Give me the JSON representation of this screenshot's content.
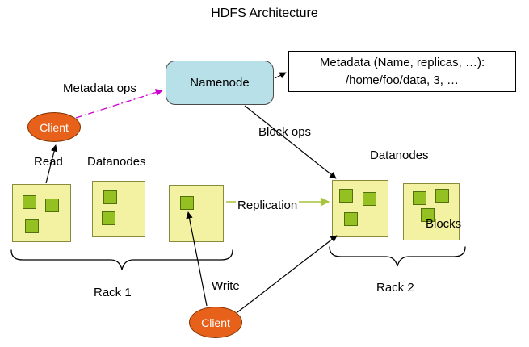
{
  "title": "HDFS Architecture",
  "namenode": {
    "label": "Namenode"
  },
  "metadata_note": {
    "line1": "Metadata (Name, replicas, …):",
    "line2": "/home/foo/data, 3, …"
  },
  "clients": {
    "top_label": "Client",
    "bottom_label": "Client"
  },
  "labels": {
    "metadata_ops": "Metadata ops",
    "block_ops": "Block ops",
    "read": "Read",
    "write": "Write",
    "replication": "Replication",
    "datanodes_left": "Datanodes",
    "datanodes_right": "Datanodes",
    "blocks": "Blocks",
    "rack1": "Rack 1",
    "rack2": "Rack 2"
  },
  "colors": {
    "namenode_fill": "#b7e0e8",
    "client_fill": "#e8611a",
    "datanode_fill": "#f2f2a2",
    "block_fill": "#94c021",
    "metadata_ops_arrow": "#cc00cc",
    "replication_arrow": "#a8c43c",
    "arrow": "#000000"
  }
}
